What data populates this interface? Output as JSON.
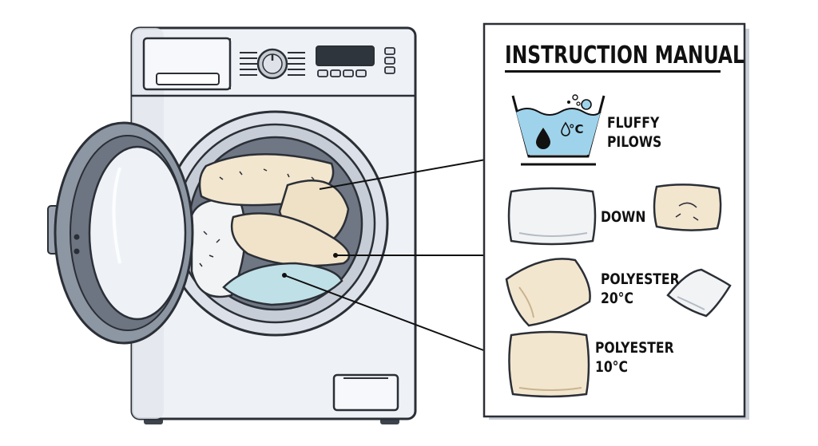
{
  "manual": {
    "title": "INSTRUCTION MANUAL",
    "wash_temp_symbol": "°C",
    "entries": [
      {
        "label_line1": "FLUFFY",
        "label_line2": "PILOWS"
      },
      {
        "label_line1": "DOWN",
        "label_line2": ""
      },
      {
        "label_line1": "POLYESTER",
        "label_line2": "20°C"
      },
      {
        "label_line1": "POLYESTER",
        "label_line2": "10°C"
      }
    ]
  },
  "colors": {
    "machine_body": "#eef1f6",
    "machine_shadow": "#c9d0db",
    "door_ring": "#8d96a3",
    "drum_dark": "#6f7784",
    "water": "#9fd3ec",
    "pillow_cream": "#f3e6cf",
    "pillow_white": "#f2f3f5",
    "pillow_teal": "#bfe0e6"
  }
}
